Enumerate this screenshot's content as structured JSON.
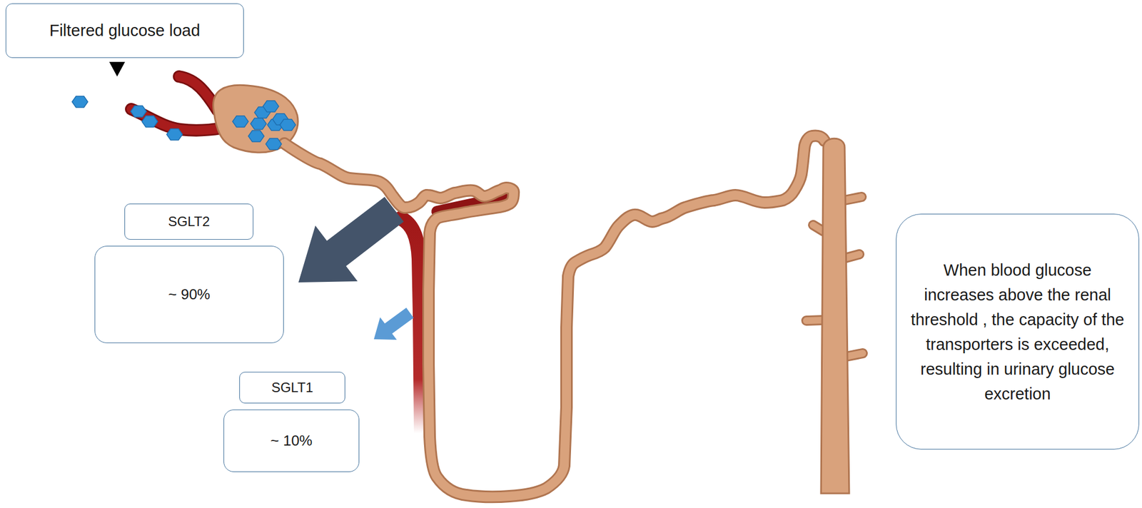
{
  "diagram": {
    "nodes": [
      {
        "text": [
          "Filtered glucose load"
        ]
      },
      {
        "text": [
          "SGLT2"
        ]
      },
      {
        "text": [
          "~ 90%"
        ]
      },
      {
        "text": [
          "SGLT1"
        ]
      },
      {
        "text": [
          "~ 10%"
        ]
      },
      {
        "text": [
          "When blood glucose increases above the renal threshold , the capacity of the transporters is exceeded, resulting in urinary glucose excretion"
        ]
      }
    ]
  }
}
